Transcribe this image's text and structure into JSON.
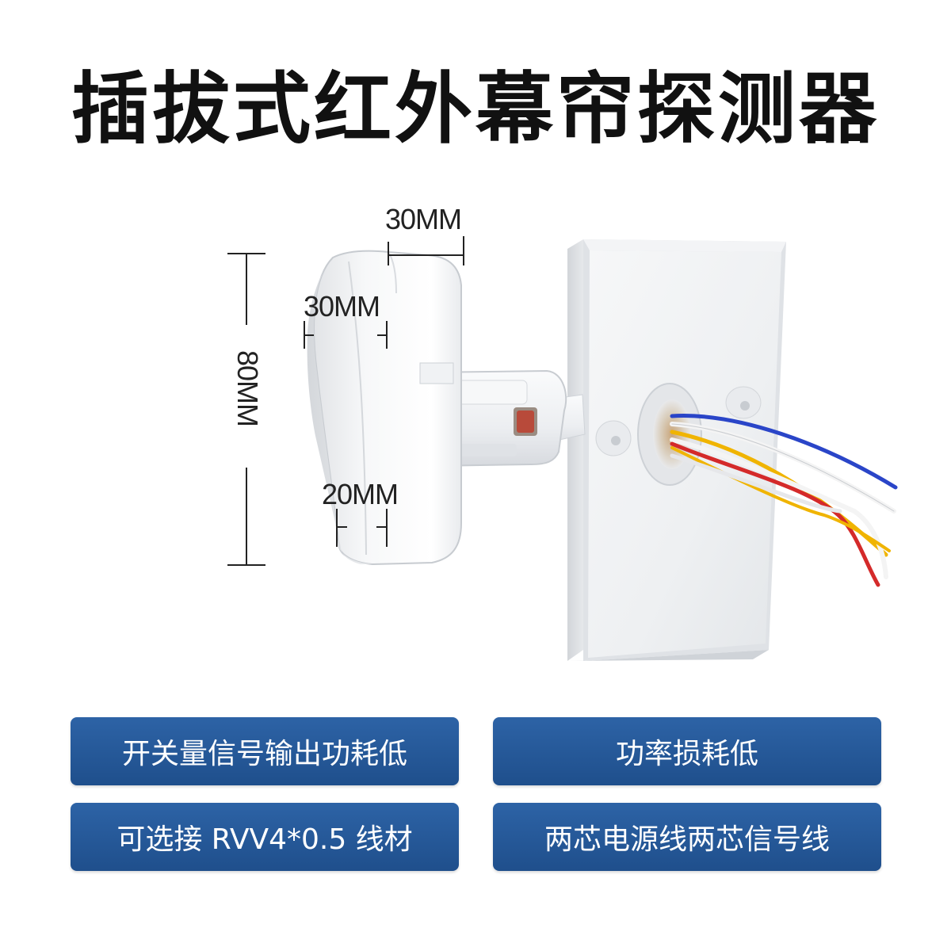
{
  "title": "插拔式红外幕帘探测器",
  "dimensions": {
    "top_width": "30MM",
    "side_depth": "30MM",
    "bottom_depth": "20MM",
    "height": "80MM"
  },
  "features": [
    "开关量信号输出功耗低",
    "功率损耗低",
    "可选接 RVV4*0.5 线材",
    "两芯电源线两芯信号线"
  ],
  "colors": {
    "feature_bg": "#245a9b",
    "title": "#111111",
    "wire_blue": "#2a45c8",
    "wire_yellow": "#f0b400",
    "wire_red": "#d42a2a",
    "wire_white": "#f4f4f4"
  }
}
